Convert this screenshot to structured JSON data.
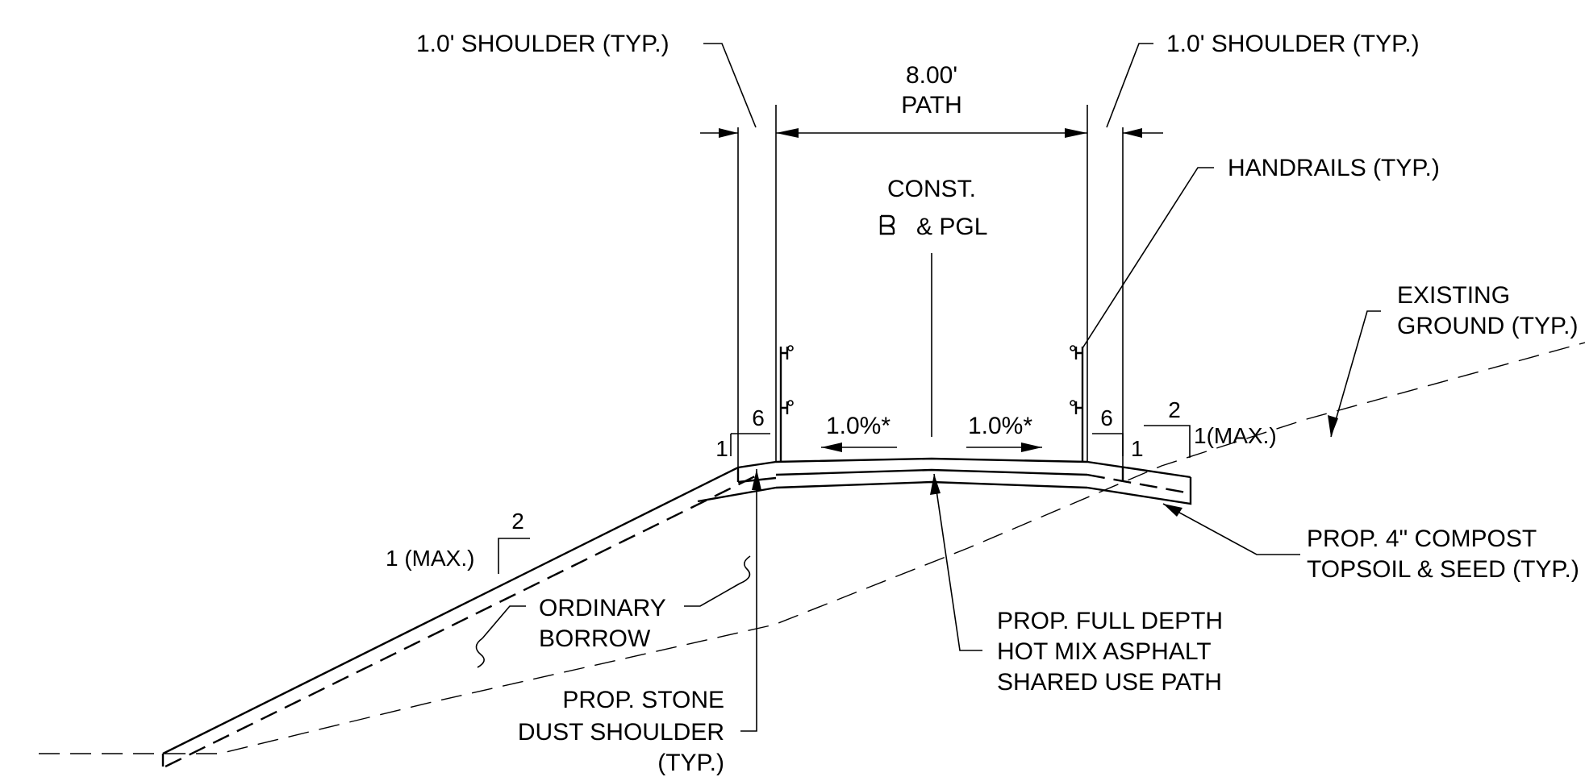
{
  "labels": {
    "shoulder_left": "1.0' SHOULDER (TYP.)",
    "shoulder_right": "1.0' SHOULDER (TYP.)",
    "path_width": "8.00'",
    "path_word": "PATH",
    "const_1": "CONST.",
    "const_2": "& PGL",
    "handrails": "HANDRAILS (TYP.)",
    "existing_1": "EXISTING",
    "existing_2": "GROUND (TYP.)",
    "slope_left": "1.0%*",
    "slope_right": "1.0%*",
    "compost_1": "PROP. 4\" COMPOST",
    "compost_2": "TOPSOIL & SEED (TYP.)",
    "borrow_1": "ORDINARY",
    "borrow_2": "BORROW",
    "hma_1": "PROP. FULL DEPTH",
    "hma_2": "HOT MIX ASPHALT",
    "hma_3": "SHARED USE PATH",
    "stone_1": "PROP. STONE",
    "stone_2": "DUST SHOULDER",
    "stone_3": "(TYP.)"
  },
  "ratios": {
    "left_run": "6",
    "left_rise": "1",
    "right_run": "6",
    "right_rise": "1",
    "fill_run": "2",
    "fill_rise": "1 (MAX.)",
    "cut_run": "2",
    "cut_rise": "1(MAX.)"
  }
}
